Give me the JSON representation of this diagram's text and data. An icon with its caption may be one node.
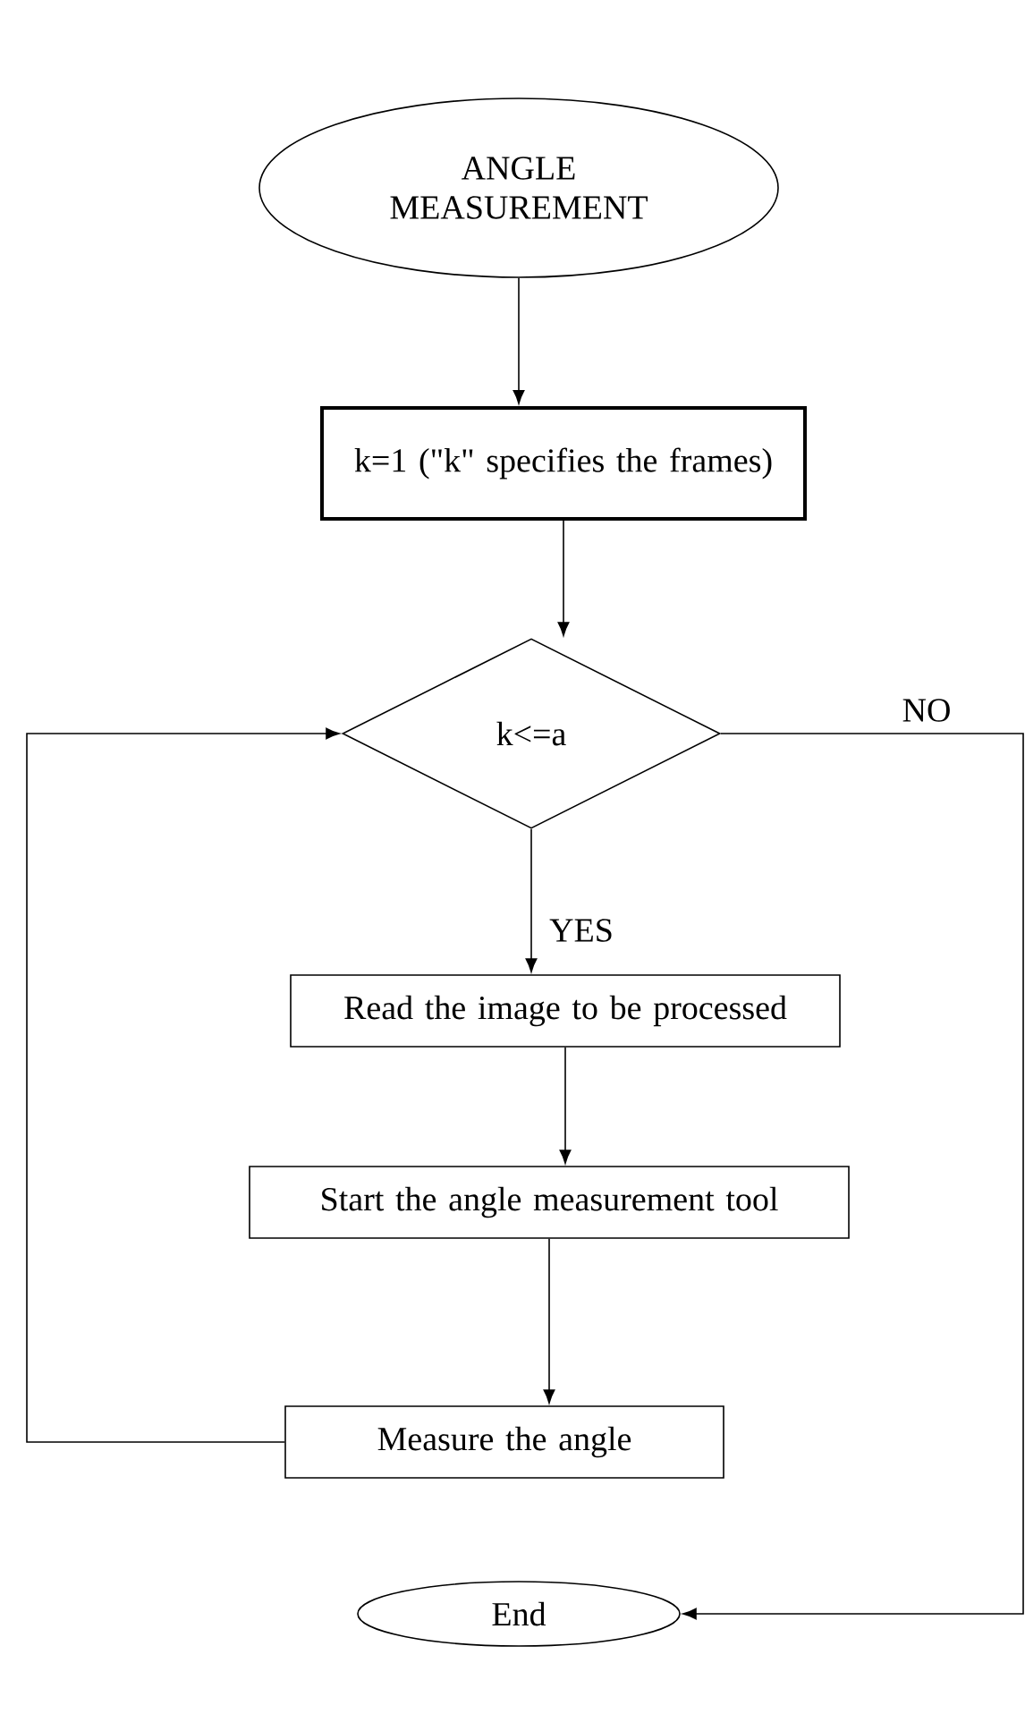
{
  "diagram": {
    "nodes": [
      {
        "text": [
          "ANGLE MEASUREMENT"
        ]
      },
      {
        "text": [
          "k=1 (\"k\" specifies the frames)"
        ]
      },
      {
        "text": [
          "k<=a"
        ]
      },
      {
        "text": [
          "Read the image to be processed"
        ]
      },
      {
        "text": [
          "Start the angle measurement tool"
        ]
      },
      {
        "text": [
          "Measure the angle"
        ]
      },
      {
        "text": [
          "End"
        ]
      }
    ],
    "edges": [
      {
        "from": 0,
        "to": 1,
        "arrow": "to"
      },
      {
        "from": 1,
        "to": 2,
        "arrow": "to"
      },
      {
        "from": 2,
        "to": 3,
        "arrow": "to",
        "label": "YES"
      },
      {
        "from": 3,
        "to": 4,
        "arrow": "to"
      },
      {
        "from": 4,
        "to": 5,
        "arrow": "to"
      },
      {
        "from": 5,
        "to": 2,
        "arrow": "to"
      },
      {
        "from": 2,
        "to": 6,
        "arrow": "to",
        "label": "NO"
      }
    ]
  }
}
